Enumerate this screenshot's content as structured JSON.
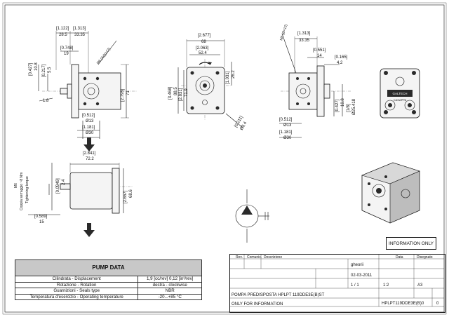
{
  "views": {
    "left": {
      "dims": [
        "[1.122]",
        "28.5",
        "[1.313]",
        "33.35",
        "[0.748]",
        "19",
        "[0.427]",
        "10.8",
        "[0.217]",
        "5.5",
        "1:8",
        "M6 (4x)(x12)",
        "[2.795]",
        "71",
        "[0.512]",
        "Ø13",
        "[1.181]",
        "Ø30"
      ]
    },
    "front": {
      "dims": [
        "[2.677]",
        "68",
        "[2.063]",
        "52.4",
        "[1.031]",
        "26.2",
        "[3.468]",
        "88.5",
        "[2.831]",
        "71.9",
        "[0.211]",
        "Ø8.4"
      ]
    },
    "right": {
      "dims": [
        "M6 (Ø×12)",
        "[1.313]",
        "33.35",
        "[0.551]",
        "14",
        "[0.165]",
        "4.2",
        "[0.427]",
        "10.8",
        "[1/8]",
        "Ø25.418",
        "[0.512]",
        "Ø13",
        "[1.181]",
        "Ø30"
      ]
    },
    "top": {
      "dims": [
        "[2.841]",
        "72.2",
        "[0.0949]",
        "2.4",
        "[2.657]",
        "68.6",
        "[0.589]",
        "15"
      ],
      "torque_label_1": "M6",
      "torque_label_2": "Coppia serraggio ~8 Nm",
      "torque_label_3": "Tightening torque"
    }
  },
  "logo": {
    "line1": "GALTECH",
    "line2": "CASAPPA"
  },
  "info_only": "INFORMATION ONLY",
  "pump_data": {
    "title": "PUMP DATA",
    "rows": [
      {
        "label": "Cilindrata - Displacement",
        "value": "1,9 [cc/rev] 0,12 [in³/rev]"
      },
      {
        "label": "Rotazione - Rotation",
        "value": "destra - clockwise"
      },
      {
        "label": "Guarnizioni - Seals type",
        "value": "NBR"
      },
      {
        "label": "Temperatura d'esercizio - Operating temperature",
        "value": "-20...+85 °C"
      }
    ]
  },
  "title_block": {
    "rev_header": "Rev.",
    "comunic_header": "Comunic.",
    "descr_header": "Descrizione",
    "data_header": "Data",
    "disegnato_header": "Disegnato",
    "designer": "gheorii",
    "date": "02-03-2011",
    "sheet": "1 / 1",
    "scale": "1:2",
    "format": "A3",
    "descr_it": "POMPA PREDISPOSTA HPLPT 119DDE3E(B)ST",
    "descr_en": "ONLY FOR INFORMATION",
    "code": "HPLPT119DDE3E(B)0",
    "rev": "0"
  }
}
